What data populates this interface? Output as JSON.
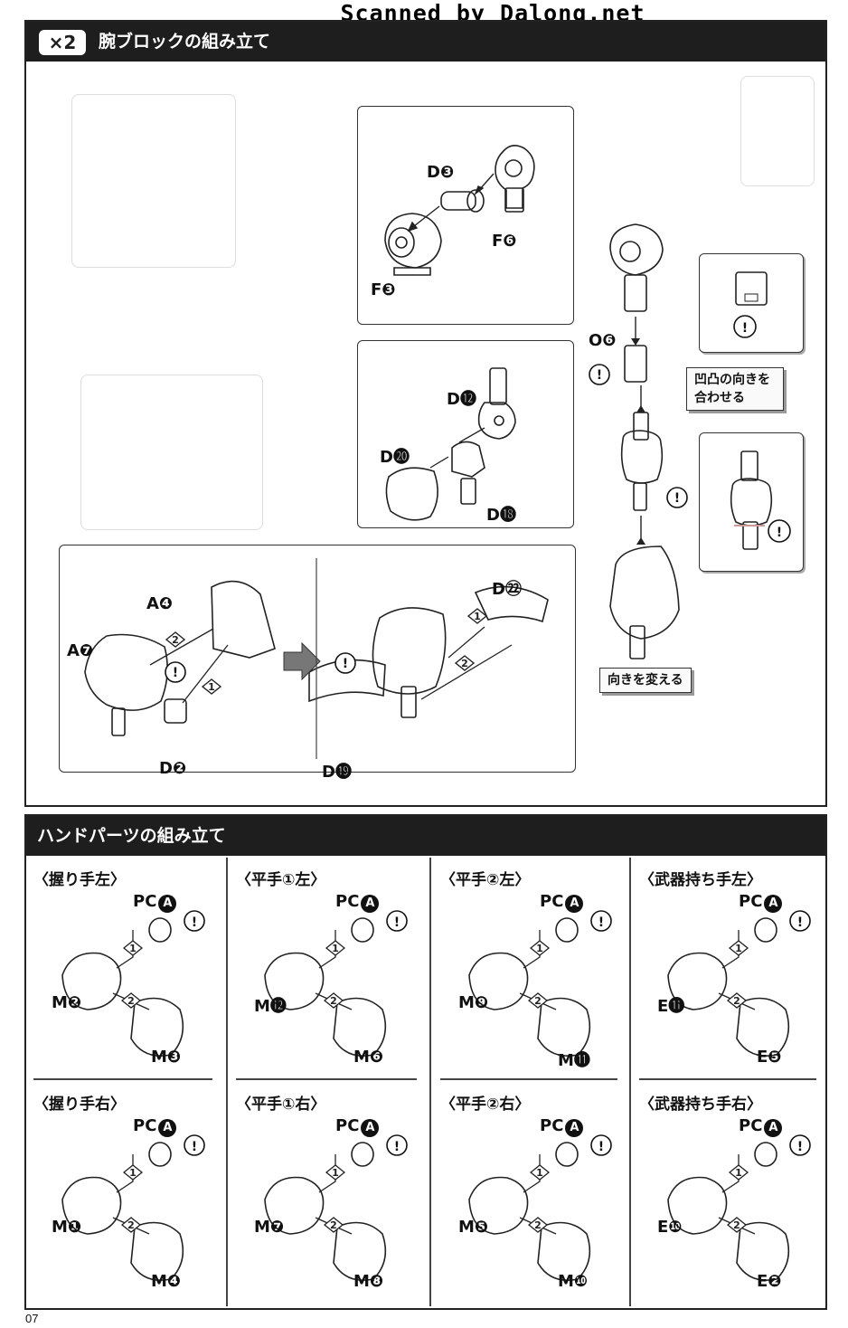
{
  "scan_credit": "Scanned by Dalong.net",
  "arm_section": {
    "multiplier": "×2",
    "title": "腕ブロックの組み立て",
    "callout_align": "凹凸の向きを\n合わせる",
    "callout_align_line1": "凹凸の向きを",
    "callout_align_line2": "合わせる",
    "callout_turn": "向きを変える",
    "labels": {
      "d3": "D❸",
      "f6": "F❻",
      "f3": "F❸",
      "o6": "O❻",
      "d12": "D⓬",
      "d20": "D⓴",
      "d18": "D⓲",
      "a4": "A❹",
      "a7": "A❼",
      "d2": "D❷",
      "d22": "D㉒",
      "d19": "D⓳"
    }
  },
  "hand_section": {
    "title": "ハンドパーツの組み立て",
    "panels": [
      {
        "title": "〈握り手左〉",
        "pc": "PC",
        "pc_letter": "A",
        "p1": "M❷",
        "p2": "M❸"
      },
      {
        "title": "〈平手①左〉",
        "pc": "PC",
        "pc_letter": "A",
        "p1": "M⓬",
        "p2": "M❻"
      },
      {
        "title": "〈平手②左〉",
        "pc": "PC",
        "pc_letter": "A",
        "p1": "M❾",
        "p2": "M⓫"
      },
      {
        "title": "〈武器持ち手左〉",
        "pc": "PC",
        "pc_letter": "A",
        "p1": "E⓫",
        "p2": "E❺"
      },
      {
        "title": "〈握り手右〉",
        "pc": "PC",
        "pc_letter": "A",
        "p1": "M❶",
        "p2": "M❹"
      },
      {
        "title": "〈平手①右〉",
        "pc": "PC",
        "pc_letter": "A",
        "p1": "M❼",
        "p2": "M❽"
      },
      {
        "title": "〈平手②右〉",
        "pc": "PC",
        "pc_letter": "A",
        "p1": "M❺",
        "p2": "M❿"
      },
      {
        "title": "〈武器持ち手右〉",
        "pc": "PC",
        "pc_letter": "A",
        "p1": "E❿",
        "p2": "E❷"
      }
    ],
    "step_1": "1",
    "step_2": "2",
    "caution": "!"
  },
  "page_number": "07"
}
